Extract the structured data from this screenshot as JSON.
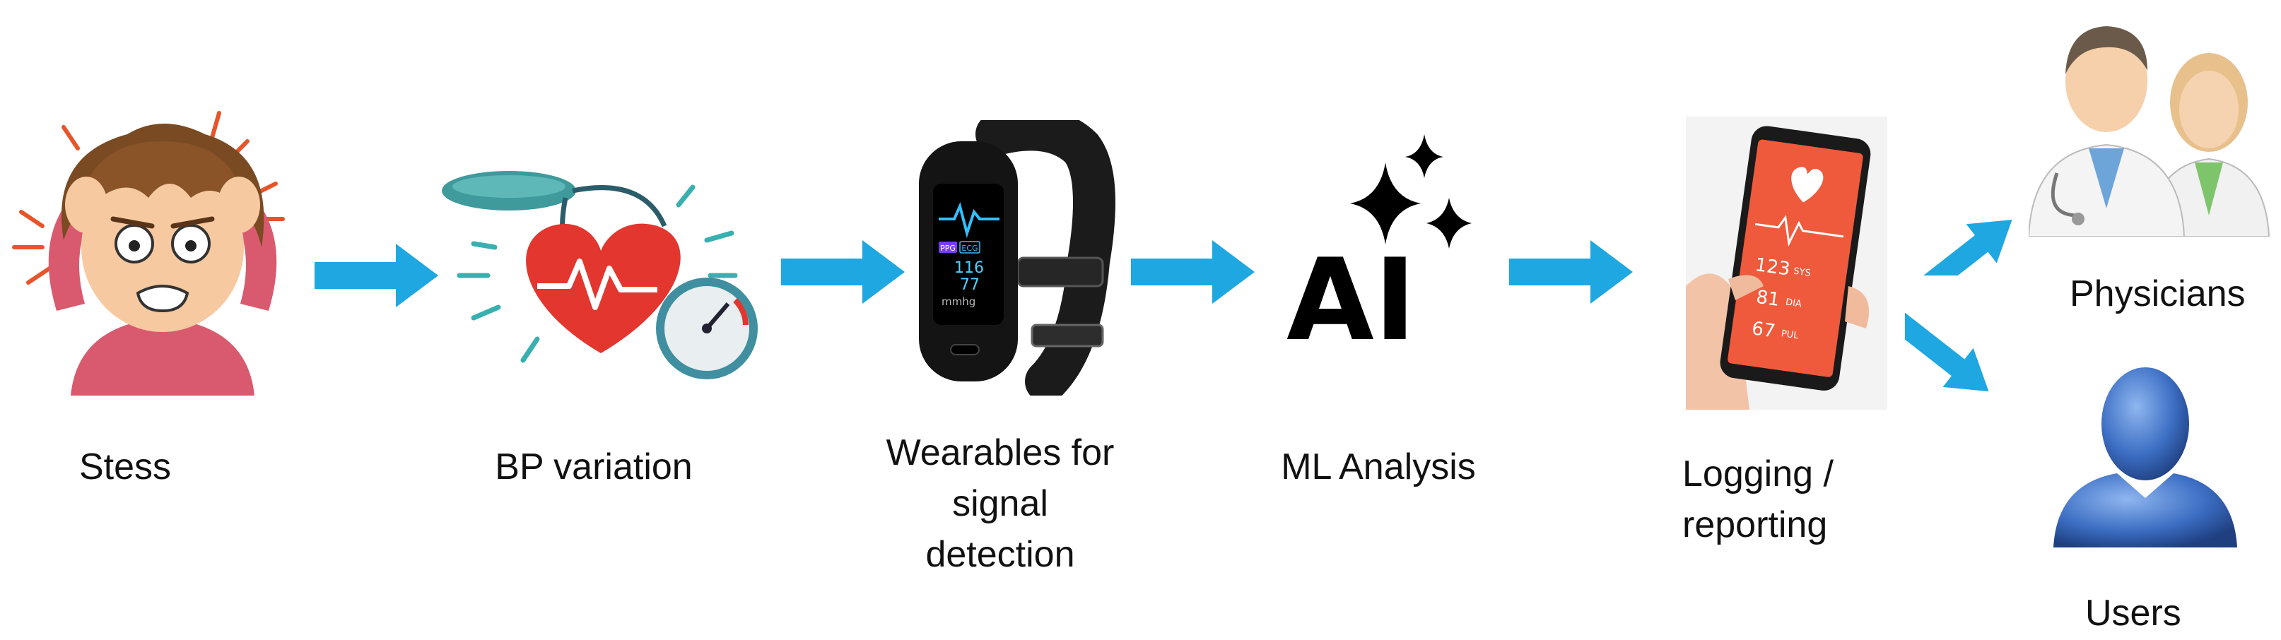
{
  "labels": {
    "stress": "Stess",
    "bp": "BP variation",
    "wear1": "Wearables for",
    "wear2": "signal",
    "wear3": "detection",
    "ml": "ML Analysis",
    "log1": "Logging /",
    "log2": "reporting",
    "physicians": "Physicians",
    "users": "Users"
  },
  "watch": {
    "tag1": "PPG",
    "tag2": "ECG",
    "sys": "116",
    "dia": "77",
    "unit": "mmhg"
  },
  "ai_text": "AI",
  "phone": {
    "sys": "123",
    "sys_tag": "SYS",
    "dia": "81",
    "dia_tag": "DIA",
    "pul": "67",
    "pul_tag": "PUL"
  },
  "colors": {
    "arrow": "#1ea7e0",
    "heart": "#e2362f",
    "phone_screen": "#ef5a3c"
  }
}
